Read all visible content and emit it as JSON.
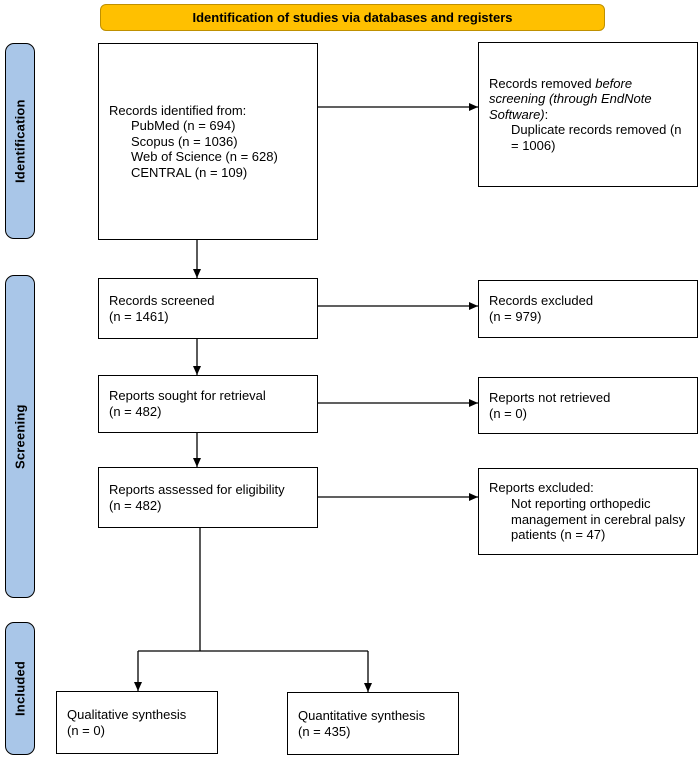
{
  "banner": {
    "title": "Identification of studies via databases and registers"
  },
  "colors": {
    "banner_fill": "#FFC000",
    "banner_border": "#BF9000",
    "stage_fill": "#A9C6E8",
    "stage_border": "#000000",
    "box_border": "#000000",
    "arrow": "#000000"
  },
  "stages": {
    "identification": "Identification",
    "screening": "Screening",
    "included": "Included"
  },
  "boxes": {
    "records_identified": {
      "label": "Records identified from:",
      "items": [
        "PubMed (n = 694)",
        "Scopus (n = 1036)",
        "Web of Science (n = 628)",
        "CENTRAL (n = 109)"
      ]
    },
    "records_removed": {
      "prefix": "Records removed ",
      "italic": "before screening (through EndNote Software)",
      "suffix": ":",
      "items": [
        "Duplicate records removed (n = 1006)"
      ]
    },
    "records_screened": {
      "label": "Records screened",
      "count": "(n = 1461)"
    },
    "records_excluded": {
      "label": "Records excluded",
      "count": "(n = 979)"
    },
    "reports_sought": {
      "label": "Reports sought for retrieval",
      "count": "(n = 482)"
    },
    "reports_not_retrieved": {
      "label": "Reports not retrieved",
      "count": "(n = 0)"
    },
    "reports_assessed": {
      "label": "Reports assessed for eligibility",
      "count": "(n = 482)"
    },
    "reports_excluded": {
      "label": "Reports excluded:",
      "items": [
        "Not reporting orthopedic management in cerebral palsy patients (n = 47)"
      ]
    },
    "qualitative": {
      "label": "Qualitative synthesis",
      "count": "(n = 0)"
    },
    "quantitative": {
      "label": "Quantitative synthesis",
      "count": "(n = 435)"
    }
  }
}
